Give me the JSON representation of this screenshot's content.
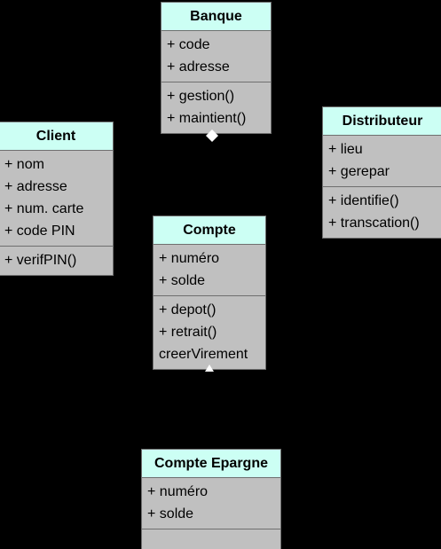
{
  "classes": {
    "banque": {
      "name": "Banque",
      "attributes": [
        "+ code",
        "+ adresse"
      ],
      "operations": [
        "+ gestion()",
        "+ maintient()"
      ]
    },
    "client": {
      "name": "Client",
      "attributes": [
        "+ nom",
        "+ adresse",
        "+ num. carte",
        "+ code PIN"
      ],
      "operations": [
        "+ verifPIN()"
      ]
    },
    "distributeur": {
      "name": "Distributeur",
      "attributes": [
        "+ lieu",
        "+ gerepar"
      ],
      "operations": [
        "+ identifie()",
        "+ transcation()"
      ]
    },
    "compte": {
      "name": "Compte",
      "attributes": [
        "+ numéro",
        "+ solde"
      ],
      "operations": [
        "+ depot()",
        "+ retrait()",
        "creerVirement"
      ]
    },
    "compte_epargne": {
      "name": "Compte Epargne",
      "attributes": [
        "+ numéro",
        "+ solde"
      ],
      "operations": []
    }
  },
  "relations": [
    {
      "type": "composition",
      "from": "banque",
      "marker": "diamond"
    },
    {
      "type": "generalization",
      "from": "compte_epargne",
      "to": "compte",
      "marker": "triangle"
    }
  ],
  "colors": {
    "background": "#000000",
    "header": "#ccfff4",
    "body": "#c0c0c0",
    "border": "#6f6f6f",
    "marker": "#ffffff"
  }
}
